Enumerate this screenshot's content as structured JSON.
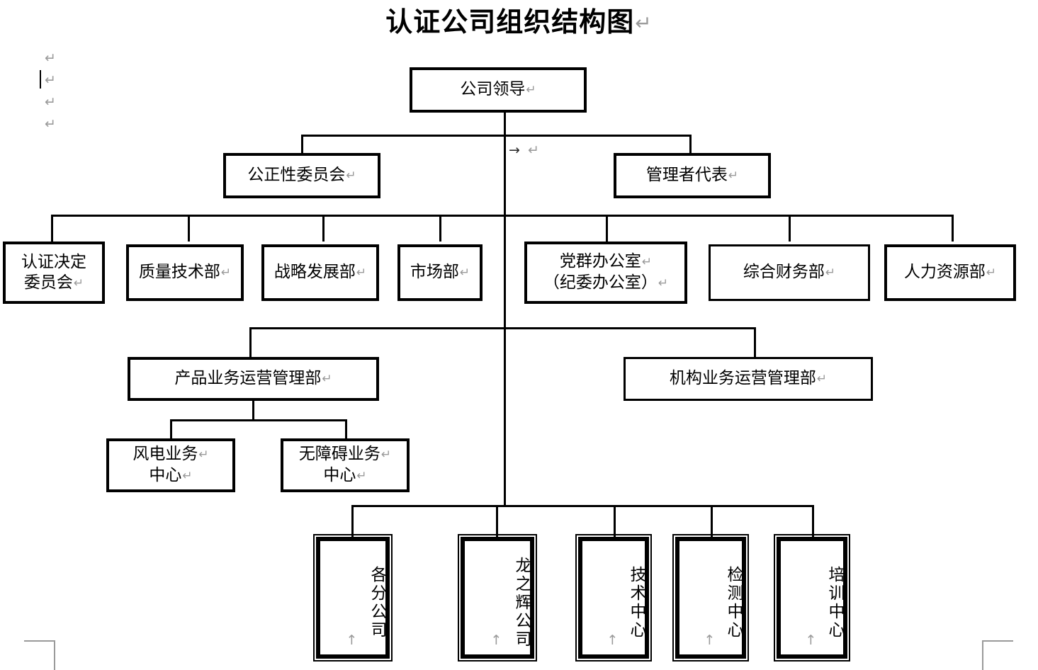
{
  "document": {
    "title": "认证公司组织结构图",
    "pilcrow": "↵",
    "tab_mark": "→",
    "up_arrow_mark": "↑"
  },
  "formatting_marks": {
    "top_left_pilcrows": [
      "↵",
      "↵",
      "↵",
      "↵"
    ],
    "center_tab": "→",
    "center_pilcrow": "↵"
  },
  "chart_data": {
    "type": "diagram",
    "diagram_kind": "organizational-chart",
    "title": "认证公司组织结构图",
    "levels": [
      {
        "level": 1,
        "nodes": [
          {
            "id": "company-leadership",
            "label": "公司领导",
            "lines": [
              "公司领导"
            ]
          }
        ]
      },
      {
        "level": 2,
        "nodes": [
          {
            "id": "impartiality-committee",
            "label": "公正性委员会",
            "lines": [
              "公正性委员会"
            ]
          },
          {
            "id": "management-representative",
            "label": "管理者代表",
            "lines": [
              "管理者代表"
            ]
          }
        ]
      },
      {
        "level": 3,
        "nodes": [
          {
            "id": "certification-decision-committee",
            "label": "认证决定委员会",
            "lines": [
              "认证决定",
              "委员会"
            ]
          },
          {
            "id": "quality-technology-dept",
            "label": "质量技术部",
            "lines": [
              "质量技术部"
            ]
          },
          {
            "id": "strategy-development-dept",
            "label": "战略发展部",
            "lines": [
              "战略发展部"
            ]
          },
          {
            "id": "marketing-dept",
            "label": "市场部",
            "lines": [
              "市场部"
            ]
          },
          {
            "id": "party-office",
            "label": "党群办公室（纪委办公室）",
            "lines": [
              "党群办公室",
              "（纪委办公室）"
            ]
          },
          {
            "id": "finance-dept",
            "label": "综合财务部",
            "lines": [
              "综合财务部"
            ]
          },
          {
            "id": "hr-dept",
            "label": "人力资源部",
            "lines": [
              "人力资源部"
            ]
          }
        ]
      },
      {
        "level": 4,
        "nodes": [
          {
            "id": "product-business-ops-dept",
            "label": "产品业务运营管理部",
            "lines": [
              "产品业务运营管理部"
            ]
          },
          {
            "id": "institution-business-ops-dept",
            "label": "机构业务运营管理部",
            "lines": [
              "机构业务运营管理部"
            ]
          }
        ]
      },
      {
        "level": 5,
        "nodes": [
          {
            "id": "wind-power-business-center",
            "label": "风电业务中心",
            "lines": [
              "风电业务",
              "中心"
            ]
          },
          {
            "id": "accessibility-business-center",
            "label": "无障碍业务中心",
            "lines": [
              "无障碍业务",
              "中心"
            ]
          }
        ]
      },
      {
        "level": 6,
        "orientation": "vertical-text",
        "nodes": [
          {
            "id": "branch-companies",
            "label": "各分公司"
          },
          {
            "id": "longzhihui-company",
            "label": "龙之辉公司"
          },
          {
            "id": "technology-center",
            "label": "技术中心"
          },
          {
            "id": "testing-center",
            "label": "检测中心"
          },
          {
            "id": "training-center",
            "label": "培训中心"
          }
        ]
      }
    ],
    "edges": [
      {
        "from": "company-leadership",
        "to": "impartiality-committee"
      },
      {
        "from": "company-leadership",
        "to": "management-representative"
      },
      {
        "from": "company-leadership",
        "to": "certification-decision-committee"
      },
      {
        "from": "company-leadership",
        "to": "quality-technology-dept"
      },
      {
        "from": "company-leadership",
        "to": "strategy-development-dept"
      },
      {
        "from": "company-leadership",
        "to": "marketing-dept"
      },
      {
        "from": "company-leadership",
        "to": "party-office"
      },
      {
        "from": "company-leadership",
        "to": "finance-dept"
      },
      {
        "from": "company-leadership",
        "to": "hr-dept"
      },
      {
        "from": "company-leadership",
        "to": "product-business-ops-dept"
      },
      {
        "from": "company-leadership",
        "to": "institution-business-ops-dept"
      },
      {
        "from": "product-business-ops-dept",
        "to": "wind-power-business-center"
      },
      {
        "from": "product-business-ops-dept",
        "to": "accessibility-business-center"
      },
      {
        "from": "company-leadership",
        "to": "branch-companies"
      },
      {
        "from": "company-leadership",
        "to": "longzhihui-company"
      },
      {
        "from": "company-leadership",
        "to": "technology-center"
      },
      {
        "from": "company-leadership",
        "to": "testing-center"
      },
      {
        "from": "company-leadership",
        "to": "training-center"
      }
    ],
    "colors": {
      "line": "#000000",
      "box_border": "#000000",
      "box_fill": "#ffffff",
      "mark": "#9a9a9a"
    }
  }
}
